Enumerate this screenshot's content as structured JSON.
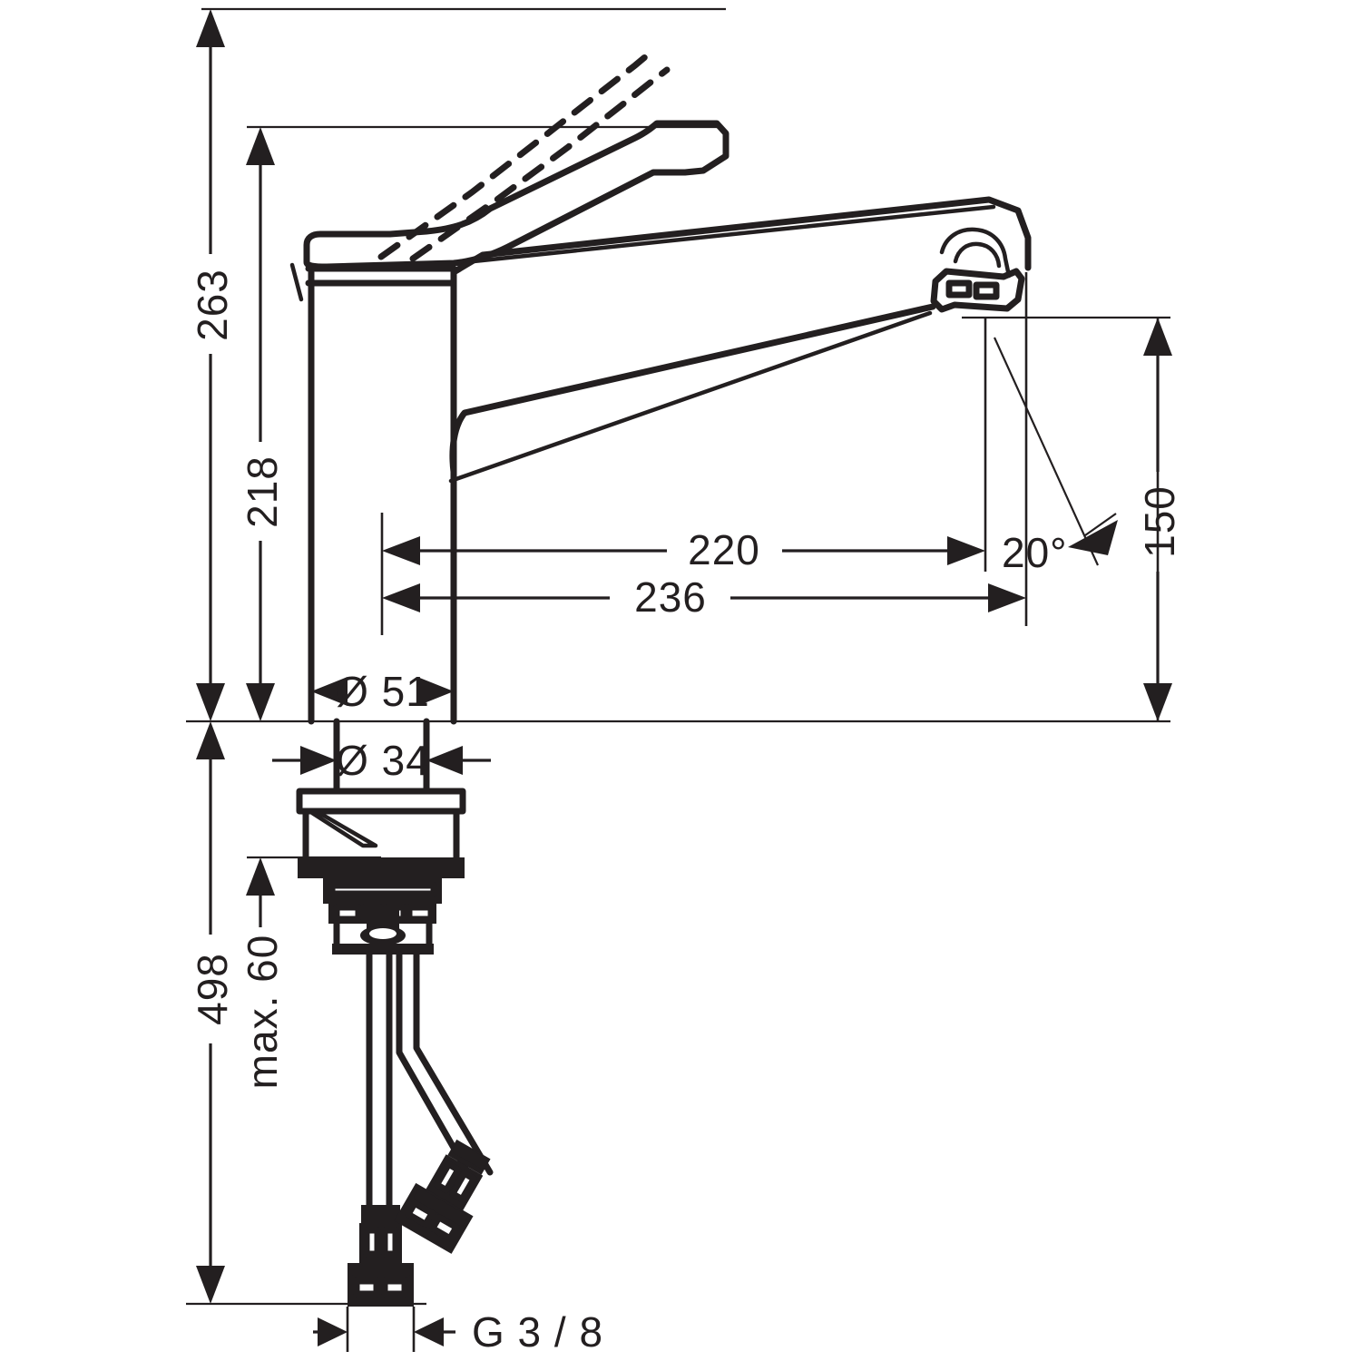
{
  "drawing": {
    "type": "technical-dimension-drawing",
    "subject": "single-lever kitchen mixer faucet",
    "units": "mm",
    "background_color": "#ffffff",
    "line_color": "#231f20"
  },
  "dimensions": {
    "total_height": "263",
    "spout_height": "218",
    "overall_with_hoses": "498",
    "max_counter_thickness": "max. 60",
    "reach_to_aerator_center": "220",
    "reach_to_spout_end": "236",
    "swivel_or_stream_height": "150",
    "spout_outlet_angle": "20°",
    "body_diameter": "Ø 51",
    "shank_diameter": "Ø 34",
    "thread_size": "G 3 / 8"
  },
  "labels": [
    {
      "id": "h-263",
      "text": "263",
      "orientation": "vertical"
    },
    {
      "id": "h-218",
      "text": "218",
      "orientation": "vertical"
    },
    {
      "id": "h-498",
      "text": "498",
      "orientation": "vertical"
    },
    {
      "id": "h-max60",
      "text": "max. 60",
      "orientation": "vertical"
    },
    {
      "id": "h-150",
      "text": "150",
      "orientation": "vertical"
    },
    {
      "id": "w-220",
      "text": "220",
      "orientation": "horizontal"
    },
    {
      "id": "w-236",
      "text": "236",
      "orientation": "horizontal"
    },
    {
      "id": "a-20",
      "text": "20°",
      "orientation": "horizontal"
    },
    {
      "id": "d-51",
      "text": "Ø 51",
      "orientation": "horizontal"
    },
    {
      "id": "d-34",
      "text": "Ø 34",
      "orientation": "horizontal"
    },
    {
      "id": "t-g38",
      "text": "G 3 / 8",
      "orientation": "horizontal"
    }
  ]
}
